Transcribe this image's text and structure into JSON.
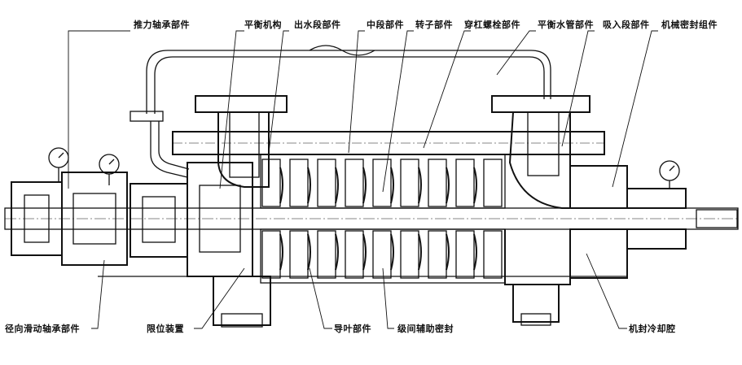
{
  "labels": {
    "top": [
      "推力轴承部件",
      "平衡机构",
      "出水段部件",
      "中段部件",
      "转子部件",
      "穿杠螺栓部件",
      "平衡水管部件",
      "吸入段部件",
      "机械密封组件"
    ],
    "bottom": [
      "径向滑动轴承部件",
      "限位装置",
      "导叶部件",
      "级间辅助密封",
      "机封冷却腔"
    ]
  }
}
